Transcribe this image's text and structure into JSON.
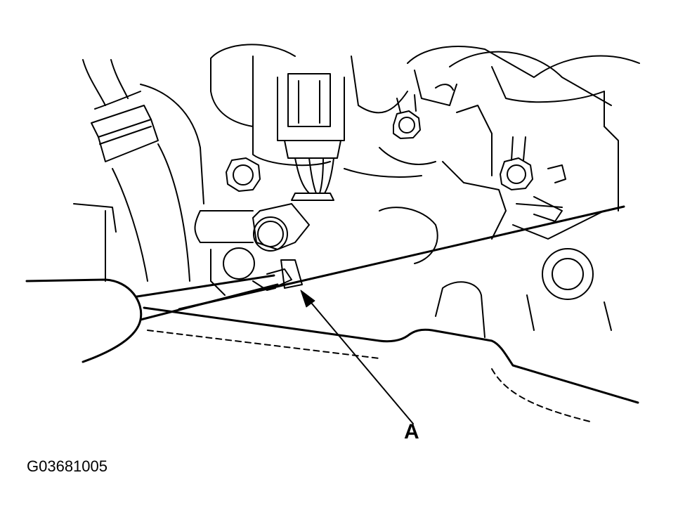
{
  "figure": {
    "callout_label": "A",
    "figure_id": "G03681005"
  },
  "colors": {
    "line": "#000000",
    "background": "#ffffff"
  },
  "callout_arrow": {
    "style": "filled-arrowhead"
  }
}
